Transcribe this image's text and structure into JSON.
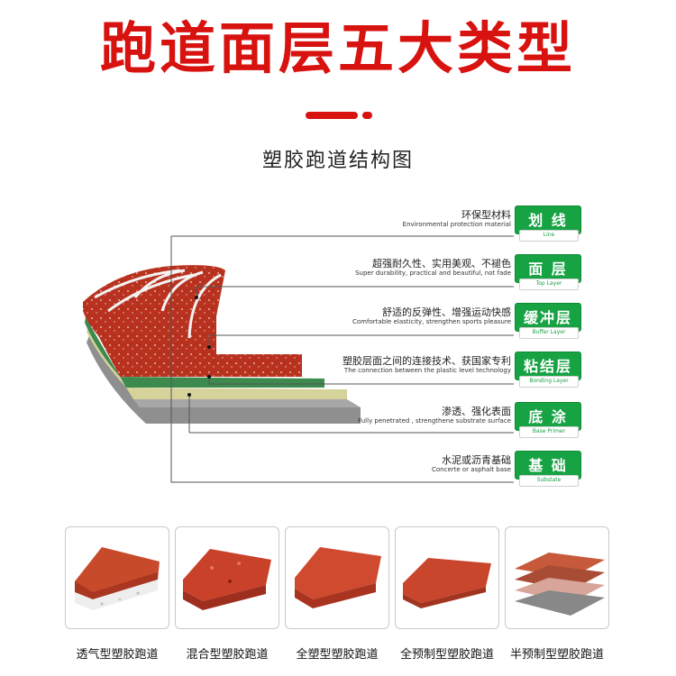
{
  "page_title": "跑道面层五大类型",
  "diagram_title": "塑胶跑道结构图",
  "layers": [
    {
      "cn": "环保型材料",
      "en": "Environmental protection material",
      "badge": "划 线",
      "badge_en": "Line"
    },
    {
      "cn": "超强耐久性、实用美观、不褪色",
      "en": "Super durability, practical and beautiful, not fade",
      "badge": "面 层",
      "badge_en": "Top Layer"
    },
    {
      "cn": "舒适的反弹性、增强运动快感",
      "en": "Comfortable elasticity, strengthen sports pleasure",
      "badge": "缓冲层",
      "badge_en": "Buffer Layer"
    },
    {
      "cn": "塑胶层面之间的连接技术、获国家专利",
      "en": "The connection between the plastic level technology",
      "badge": "粘结层",
      "badge_en": "Bonding Layer"
    },
    {
      "cn": "渗透、强化表面",
      "en": "Fully penetrated , strengthene substrate surface",
      "badge": "底 涂",
      "badge_en": "Base Primer"
    },
    {
      "cn": "水泥或沥青基础",
      "en": "Concerte or asphalt base",
      "badge": "基 础",
      "badge_en": "Substate"
    }
  ],
  "types": [
    {
      "label": "透气型塑胶跑道"
    },
    {
      "label": "混合型塑胶跑道"
    },
    {
      "label": "全塑型塑胶跑道"
    },
    {
      "label": "全预制型塑胶跑道"
    },
    {
      "label": "半预制型塑胶跑道"
    }
  ],
  "colors": {
    "title_red": "#d7120f",
    "badge_green": "#17a244",
    "track_red": "#b9321f",
    "bond_green": "#3c8a4e",
    "primer_yellow": "#d6d39a",
    "base_gray": "#8f8f8f"
  }
}
